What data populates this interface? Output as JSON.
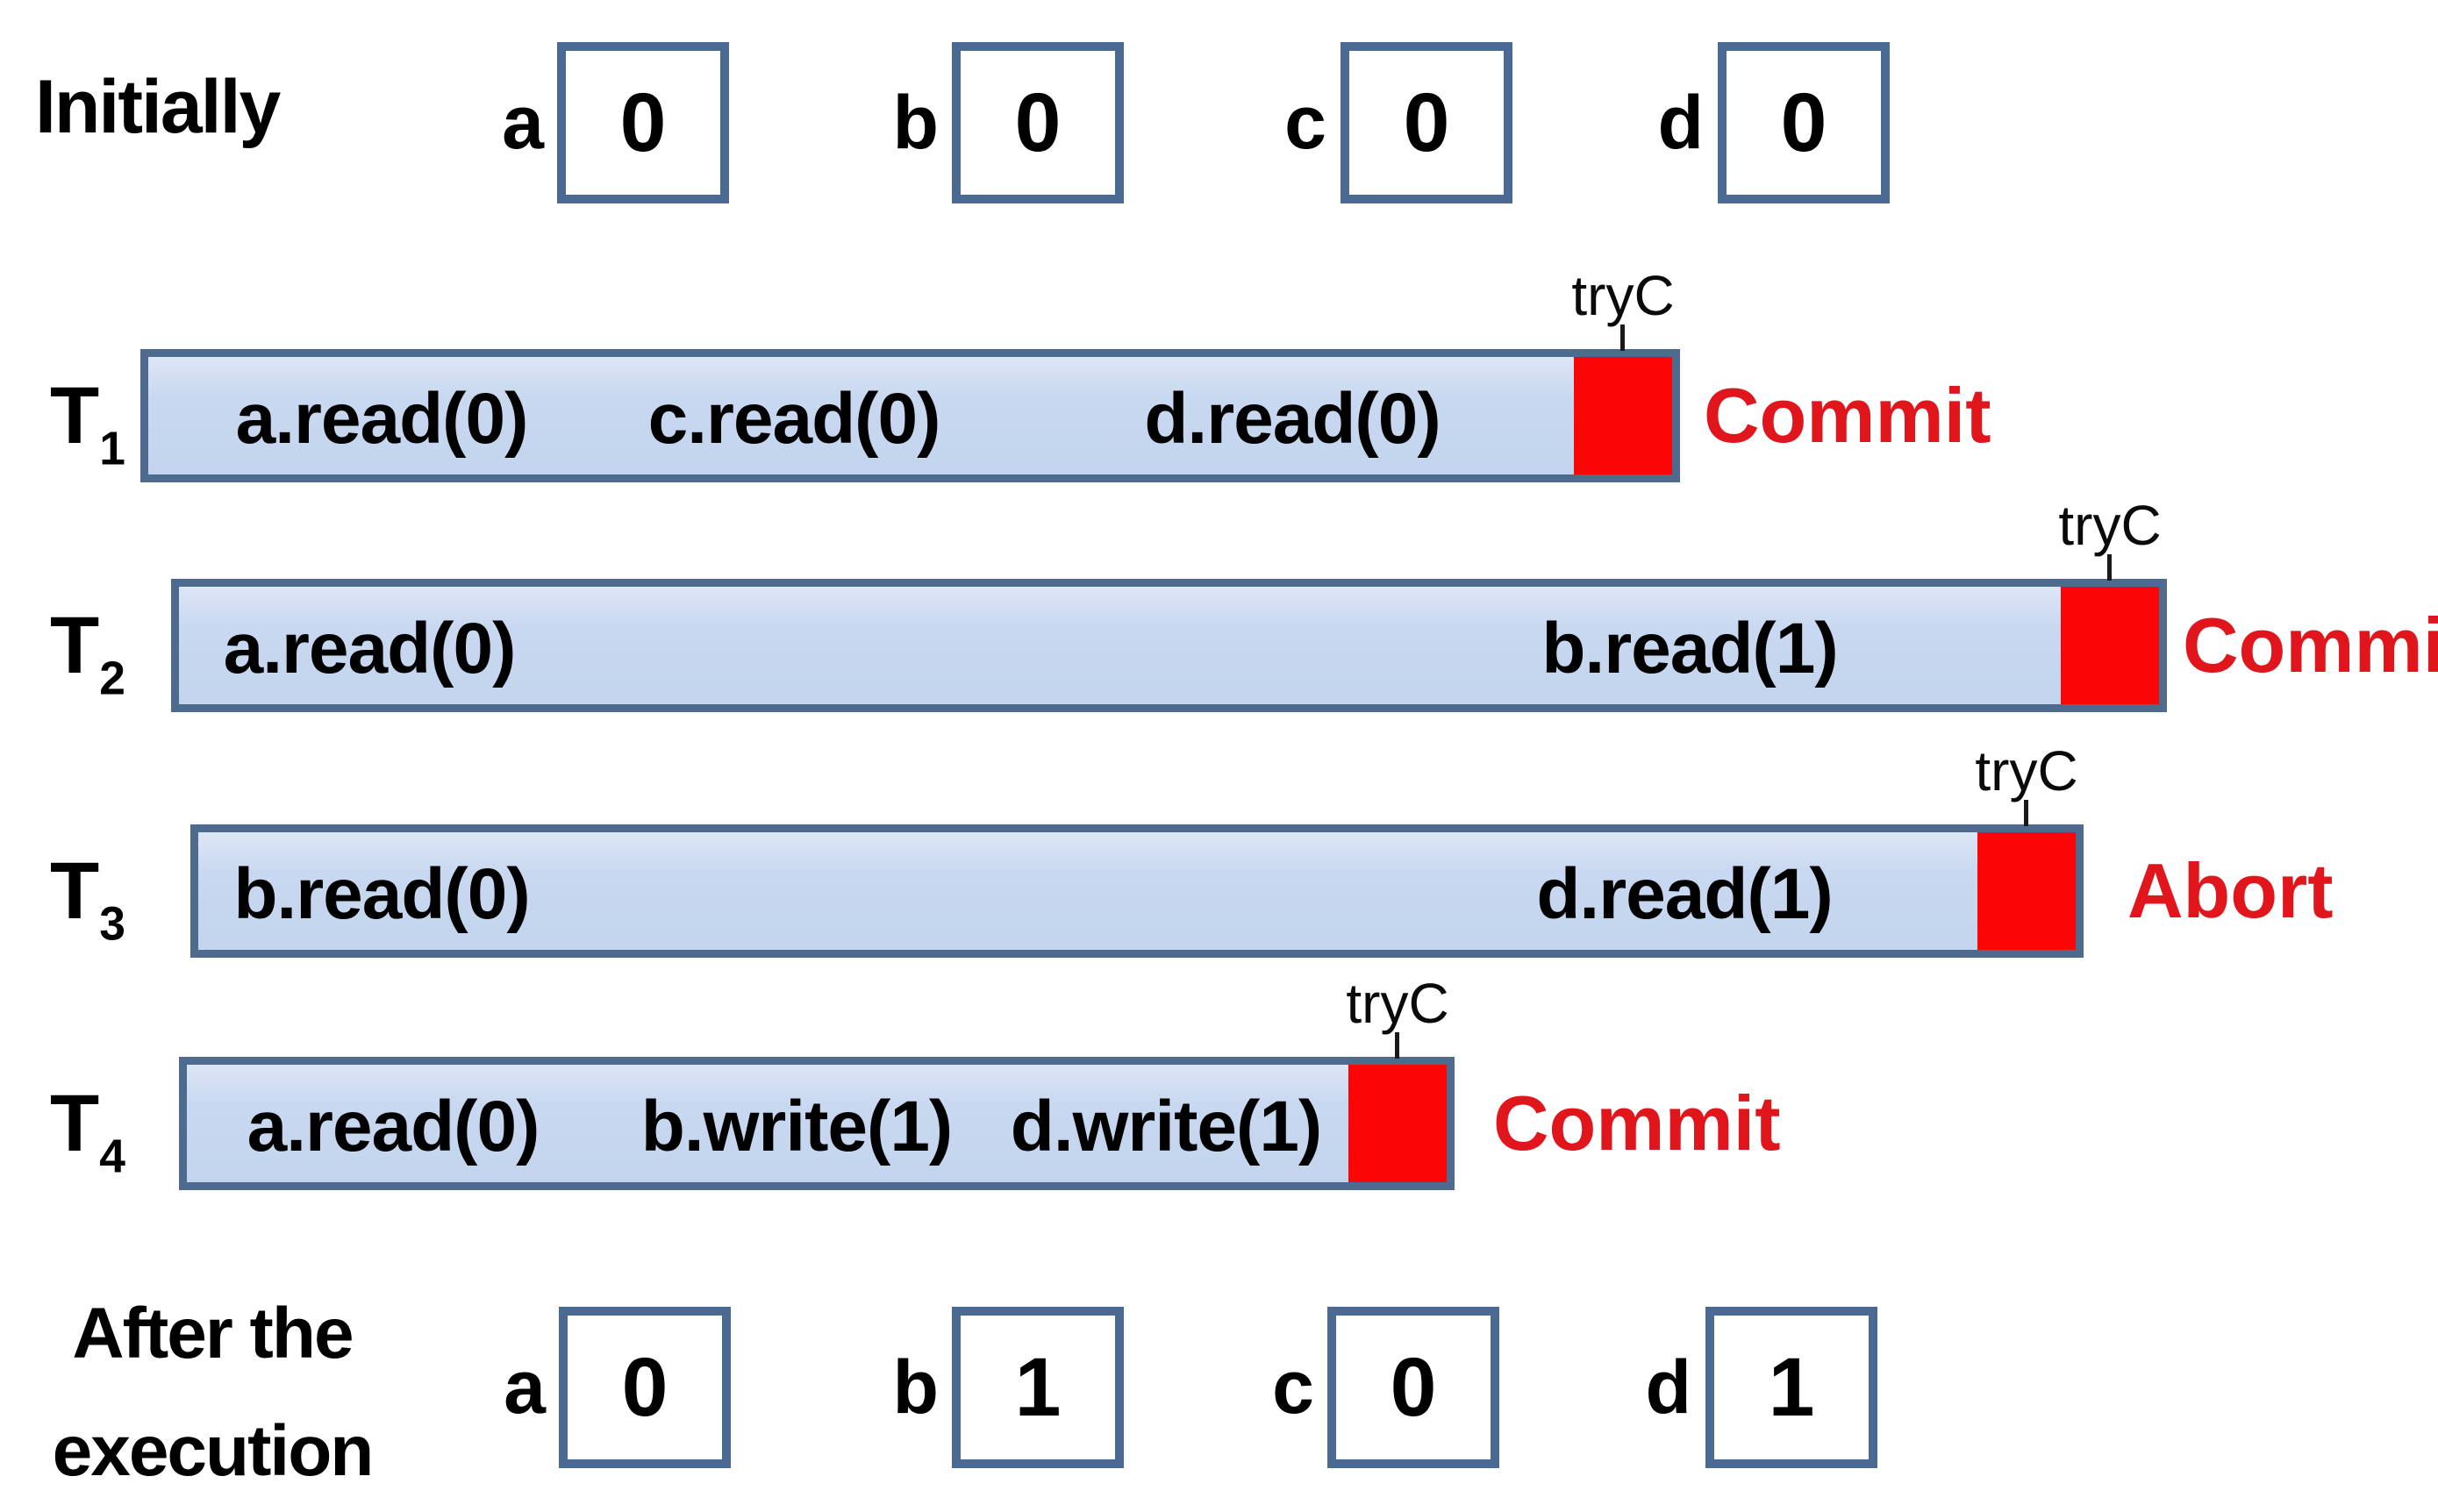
{
  "figure": {
    "title_semantic": "transactional-memory-execution-diagram",
    "colors": {
      "bar_fill": "#c8d8f0",
      "bar_border": "#4e6a8e",
      "tryc_box_fill": "#fb0606",
      "status_text": "#e0161c",
      "text": "#000000",
      "background": "#ffffff"
    },
    "initial": {
      "label": "Initially"
    },
    "final": {
      "label_line1": "After the",
      "label_line2": "execution"
    },
    "vars_initial": [
      {
        "name": "a",
        "value": "0"
      },
      {
        "name": "b",
        "value": "0"
      },
      {
        "name": "c",
        "value": "0"
      },
      {
        "name": "d",
        "value": "0"
      }
    ],
    "vars_final": [
      {
        "name": "a",
        "value": "0"
      },
      {
        "name": "b",
        "value": "1"
      },
      {
        "name": "c",
        "value": "0"
      },
      {
        "name": "d",
        "value": "1"
      }
    ],
    "transactions": [
      {
        "name": "T",
        "sub": "1",
        "tryc": "tryC",
        "status": "Commit",
        "ops": [
          "a.read(0)",
          "c.read(0)",
          "d.read(0)"
        ]
      },
      {
        "name": "T",
        "sub": "2",
        "tryc": "tryC",
        "status": "Commit",
        "ops": [
          "a.read(0)",
          "b.read(1)"
        ]
      },
      {
        "name": "T",
        "sub": "3",
        "tryc": "tryC",
        "status": "Abort",
        "ops": [
          "b.read(0)",
          "d.read(1)"
        ]
      },
      {
        "name": "T",
        "sub": "4",
        "tryc": "tryC",
        "status": "Commit",
        "ops": [
          "a.read(0)",
          "b.write(1)",
          "d.write(1)"
        ]
      }
    ]
  }
}
